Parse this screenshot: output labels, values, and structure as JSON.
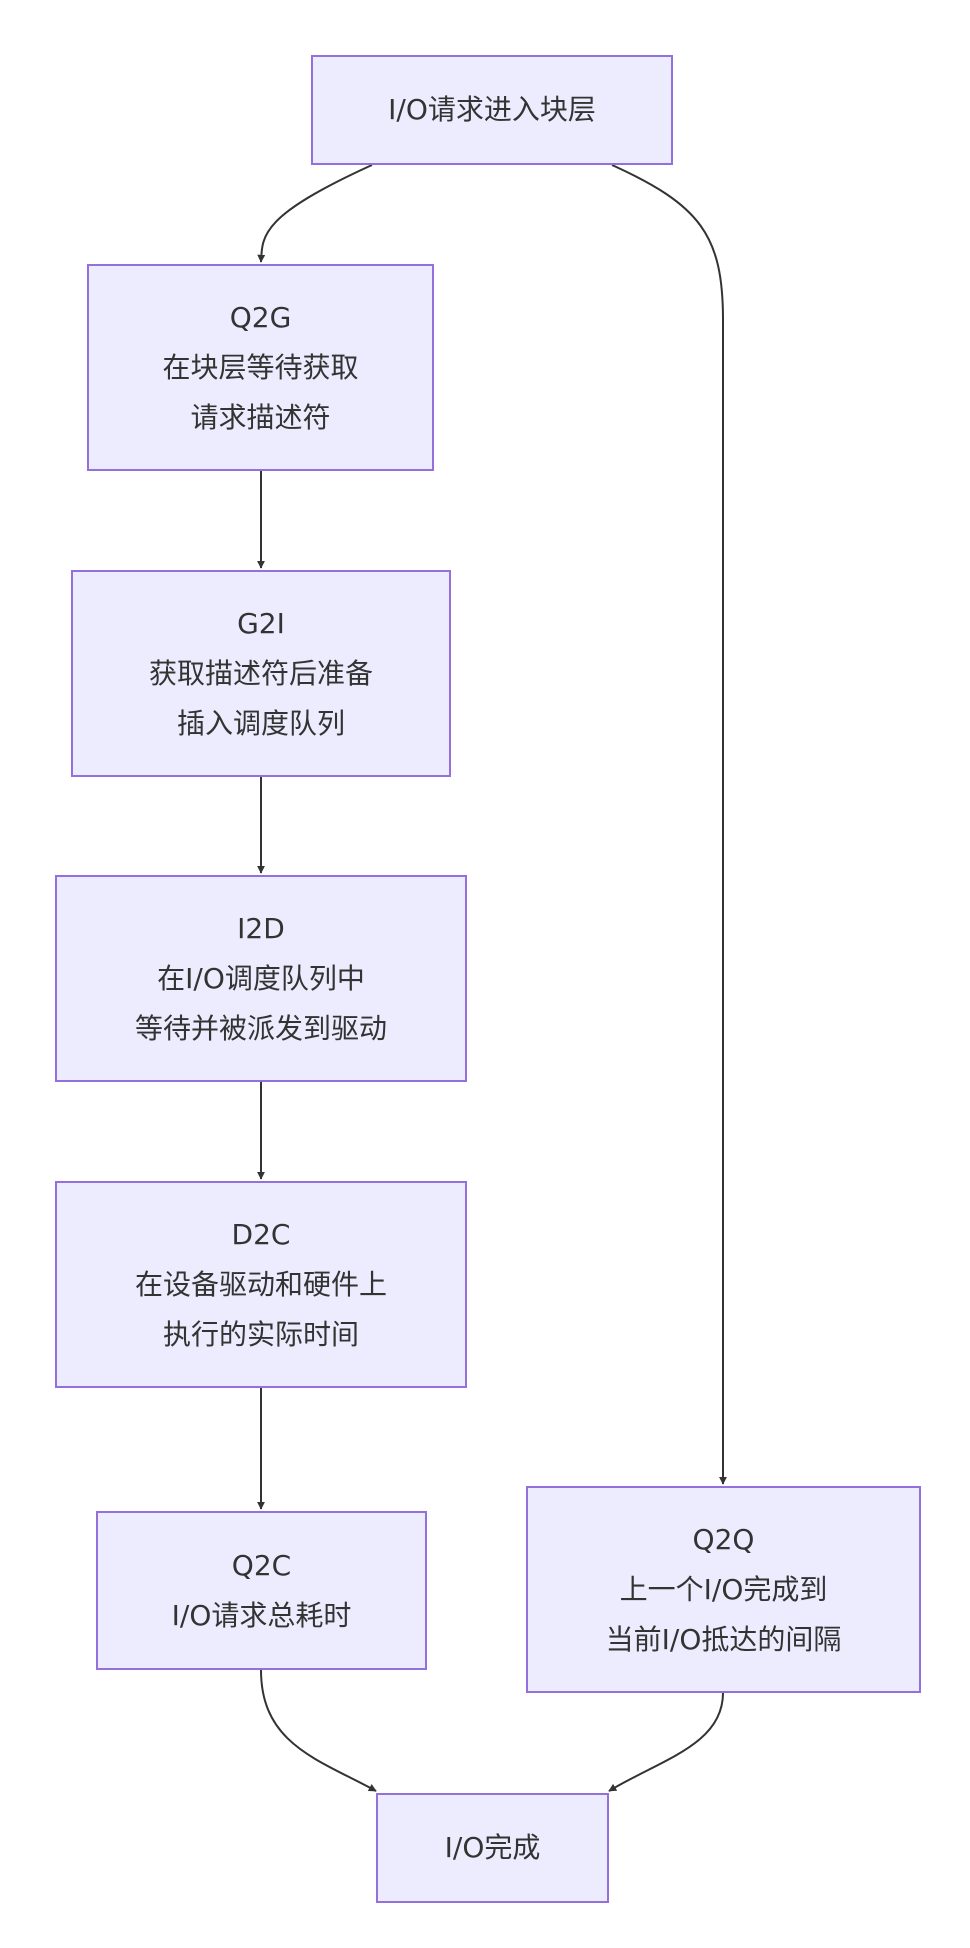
{
  "diagram": {
    "colors": {
      "node_fill": "#ececfe",
      "node_border": "#9370db",
      "edge": "#333333",
      "text": "#333333"
    },
    "nodes": {
      "start": {
        "lines": [
          "I/O请求进入块层"
        ]
      },
      "q2g": {
        "lines": [
          "Q2G",
          "在块层等待获取",
          "请求描述符"
        ]
      },
      "g2i": {
        "lines": [
          "G2I",
          "获取描述符后准备",
          "插入调度队列"
        ]
      },
      "i2d": {
        "lines": [
          "I2D",
          "在I/O调度队列中",
          "等待并被派发到驱动"
        ]
      },
      "d2c": {
        "lines": [
          "D2C",
          "在设备驱动和硬件上",
          "执行的实际时间"
        ]
      },
      "q2c": {
        "lines": [
          "Q2C",
          "I/O请求总耗时"
        ]
      },
      "q2q": {
        "lines": [
          "Q2Q",
          "上一个I/O完成到",
          "当前I/O抵达的间隔"
        ]
      },
      "end": {
        "lines": [
          "I/O完成"
        ]
      }
    },
    "edges": [
      {
        "from": "start",
        "to": "q2g"
      },
      {
        "from": "start",
        "to": "q2q"
      },
      {
        "from": "q2g",
        "to": "g2i"
      },
      {
        "from": "g2i",
        "to": "i2d"
      },
      {
        "from": "i2d",
        "to": "d2c"
      },
      {
        "from": "d2c",
        "to": "q2c"
      },
      {
        "from": "q2c",
        "to": "end"
      },
      {
        "from": "q2q",
        "to": "end"
      }
    ]
  }
}
